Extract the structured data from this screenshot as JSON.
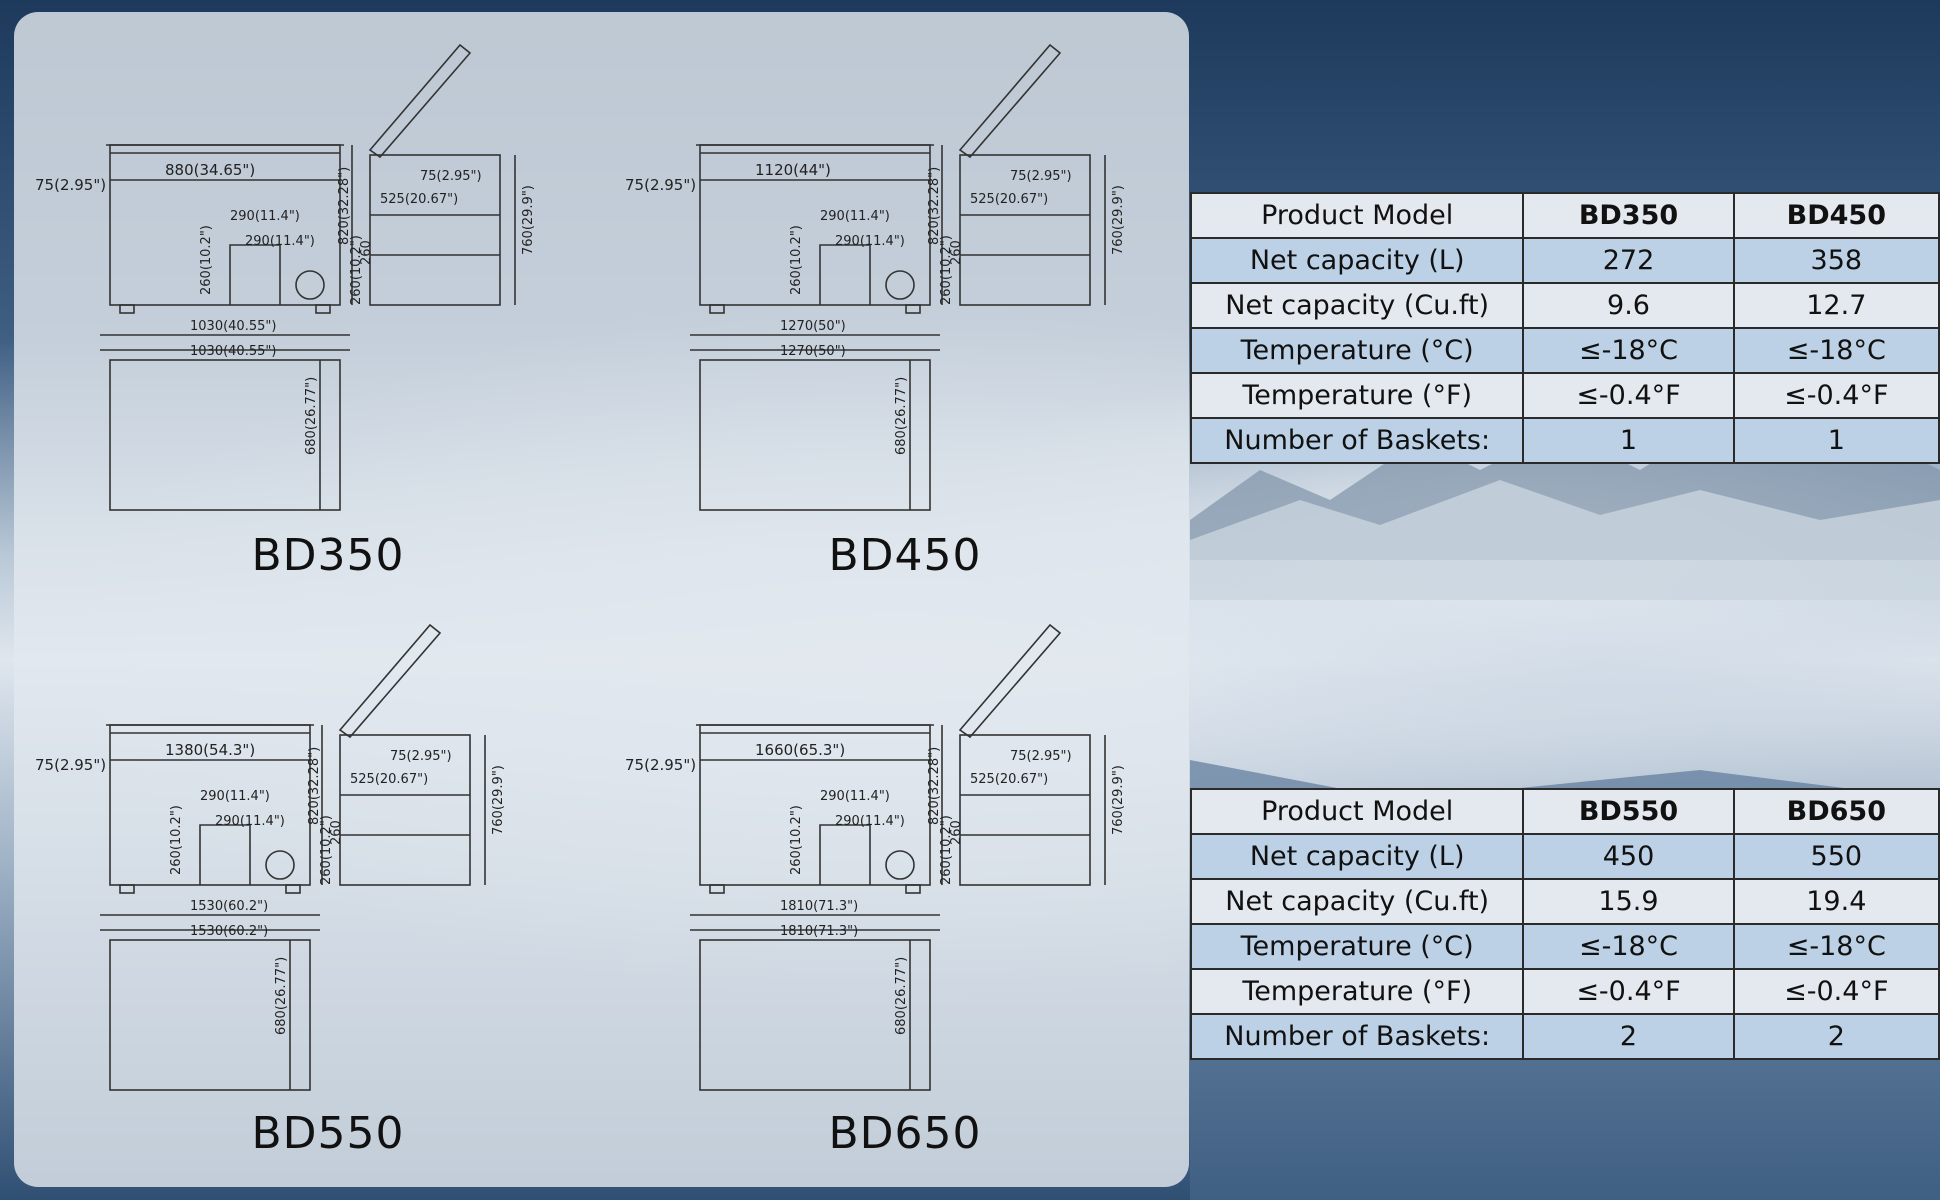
{
  "drawings": [
    {
      "model": "BD350",
      "dims": {
        "top_width": "880(34.65\")",
        "side_margin": "75(2.95\")",
        "basket_w1": "290(11.4\")",
        "basket_w2": "290(11.4\")",
        "comp_h": "260(10.2\")",
        "height_total": "820(32.28\")",
        "inner_h": "760(29.9\")",
        "side_depth": "525(20.67\")",
        "side_margin2": "75(2.95\")",
        "foot_h": "260(10.2\")",
        "small_260": "260",
        "overall_w": "1030(40.55\")",
        "plan_w": "1030(40.55\")",
        "plan_d": "680(26.77\")"
      }
    },
    {
      "model": "BD450",
      "dims": {
        "top_width": "1120(44\")",
        "side_margin": "75(2.95\")",
        "basket_w1": "290(11.4\")",
        "basket_w2": "290(11.4\")",
        "comp_h": "260(10.2\")",
        "height_total": "820(32.28\")",
        "inner_h": "760(29.9\")",
        "side_depth": "525(20.67\")",
        "side_margin2": "75(2.95\")",
        "foot_h": "260(10.2\")",
        "small_260": "260",
        "overall_w": "1270(50\")",
        "plan_w": "1270(50\")",
        "plan_d": "680(26.77\")"
      }
    },
    {
      "model": "BD550",
      "dims": {
        "top_width": "1380(54.3\")",
        "side_margin": "75(2.95\")",
        "basket_w1": "290(11.4\")",
        "basket_w2": "290(11.4\")",
        "comp_h": "260(10.2\")",
        "height_total": "820(32.28\")",
        "inner_h": "760(29.9\")",
        "side_depth": "525(20.67\")",
        "side_margin2": "75(2.95\")",
        "foot_h": "260(10.2\")",
        "small_260": "260",
        "overall_w": "1530(60.2\")",
        "plan_w": "1530(60.2\")",
        "plan_d": "680(26.77\")"
      }
    },
    {
      "model": "BD650",
      "dims": {
        "top_width": "1660(65.3\")",
        "side_margin": "75(2.95\")",
        "basket_w1": "290(11.4\")",
        "basket_w2": "290(11.4\")",
        "comp_h": "260(10.2\")",
        "height_total": "820(32.28\")",
        "inner_h": "760(29.9\")",
        "side_depth": "525(20.67\")",
        "side_margin2": "75(2.95\")",
        "foot_h": "260(10.2\")",
        "small_260": "260",
        "overall_w": "1810(71.3\")",
        "plan_w": "1810(71.3\")",
        "plan_d": "680(26.77\")"
      }
    }
  ],
  "tables": [
    {
      "header": {
        "label": "Product Model",
        "models": [
          "BD350",
          "BD450"
        ]
      },
      "rows": [
        {
          "label": "Net capacity (L)",
          "values": [
            "272",
            "358"
          ]
        },
        {
          "label": "Net capacity (Cu.ft)",
          "values": [
            "9.6",
            "12.7"
          ]
        },
        {
          "label": "Temperature (°C)",
          "values": [
            "≤-18°C",
            "≤-18°C"
          ]
        },
        {
          "label": "Temperature (°F)",
          "values": [
            "≤-0.4°F",
            "≤-0.4°F"
          ]
        },
        {
          "label": "Number of Baskets:",
          "values": [
            "1",
            "1"
          ]
        }
      ]
    },
    {
      "header": {
        "label": "Product Model",
        "models": [
          "BD550",
          "BD650"
        ]
      },
      "rows": [
        {
          "label": "Net capacity (L)",
          "values": [
            "450",
            "550"
          ]
        },
        {
          "label": "Net capacity (Cu.ft)",
          "values": [
            "15.9",
            "19.4"
          ]
        },
        {
          "label": "Temperature (°C)",
          "values": [
            "≤-18°C",
            "≤-18°C"
          ]
        },
        {
          "label": "Temperature (°F)",
          "values": [
            "≤-0.4°F",
            "≤-0.4°F"
          ]
        },
        {
          "label": "Number of Baskets:",
          "values": [
            "2",
            "2"
          ]
        }
      ]
    }
  ]
}
